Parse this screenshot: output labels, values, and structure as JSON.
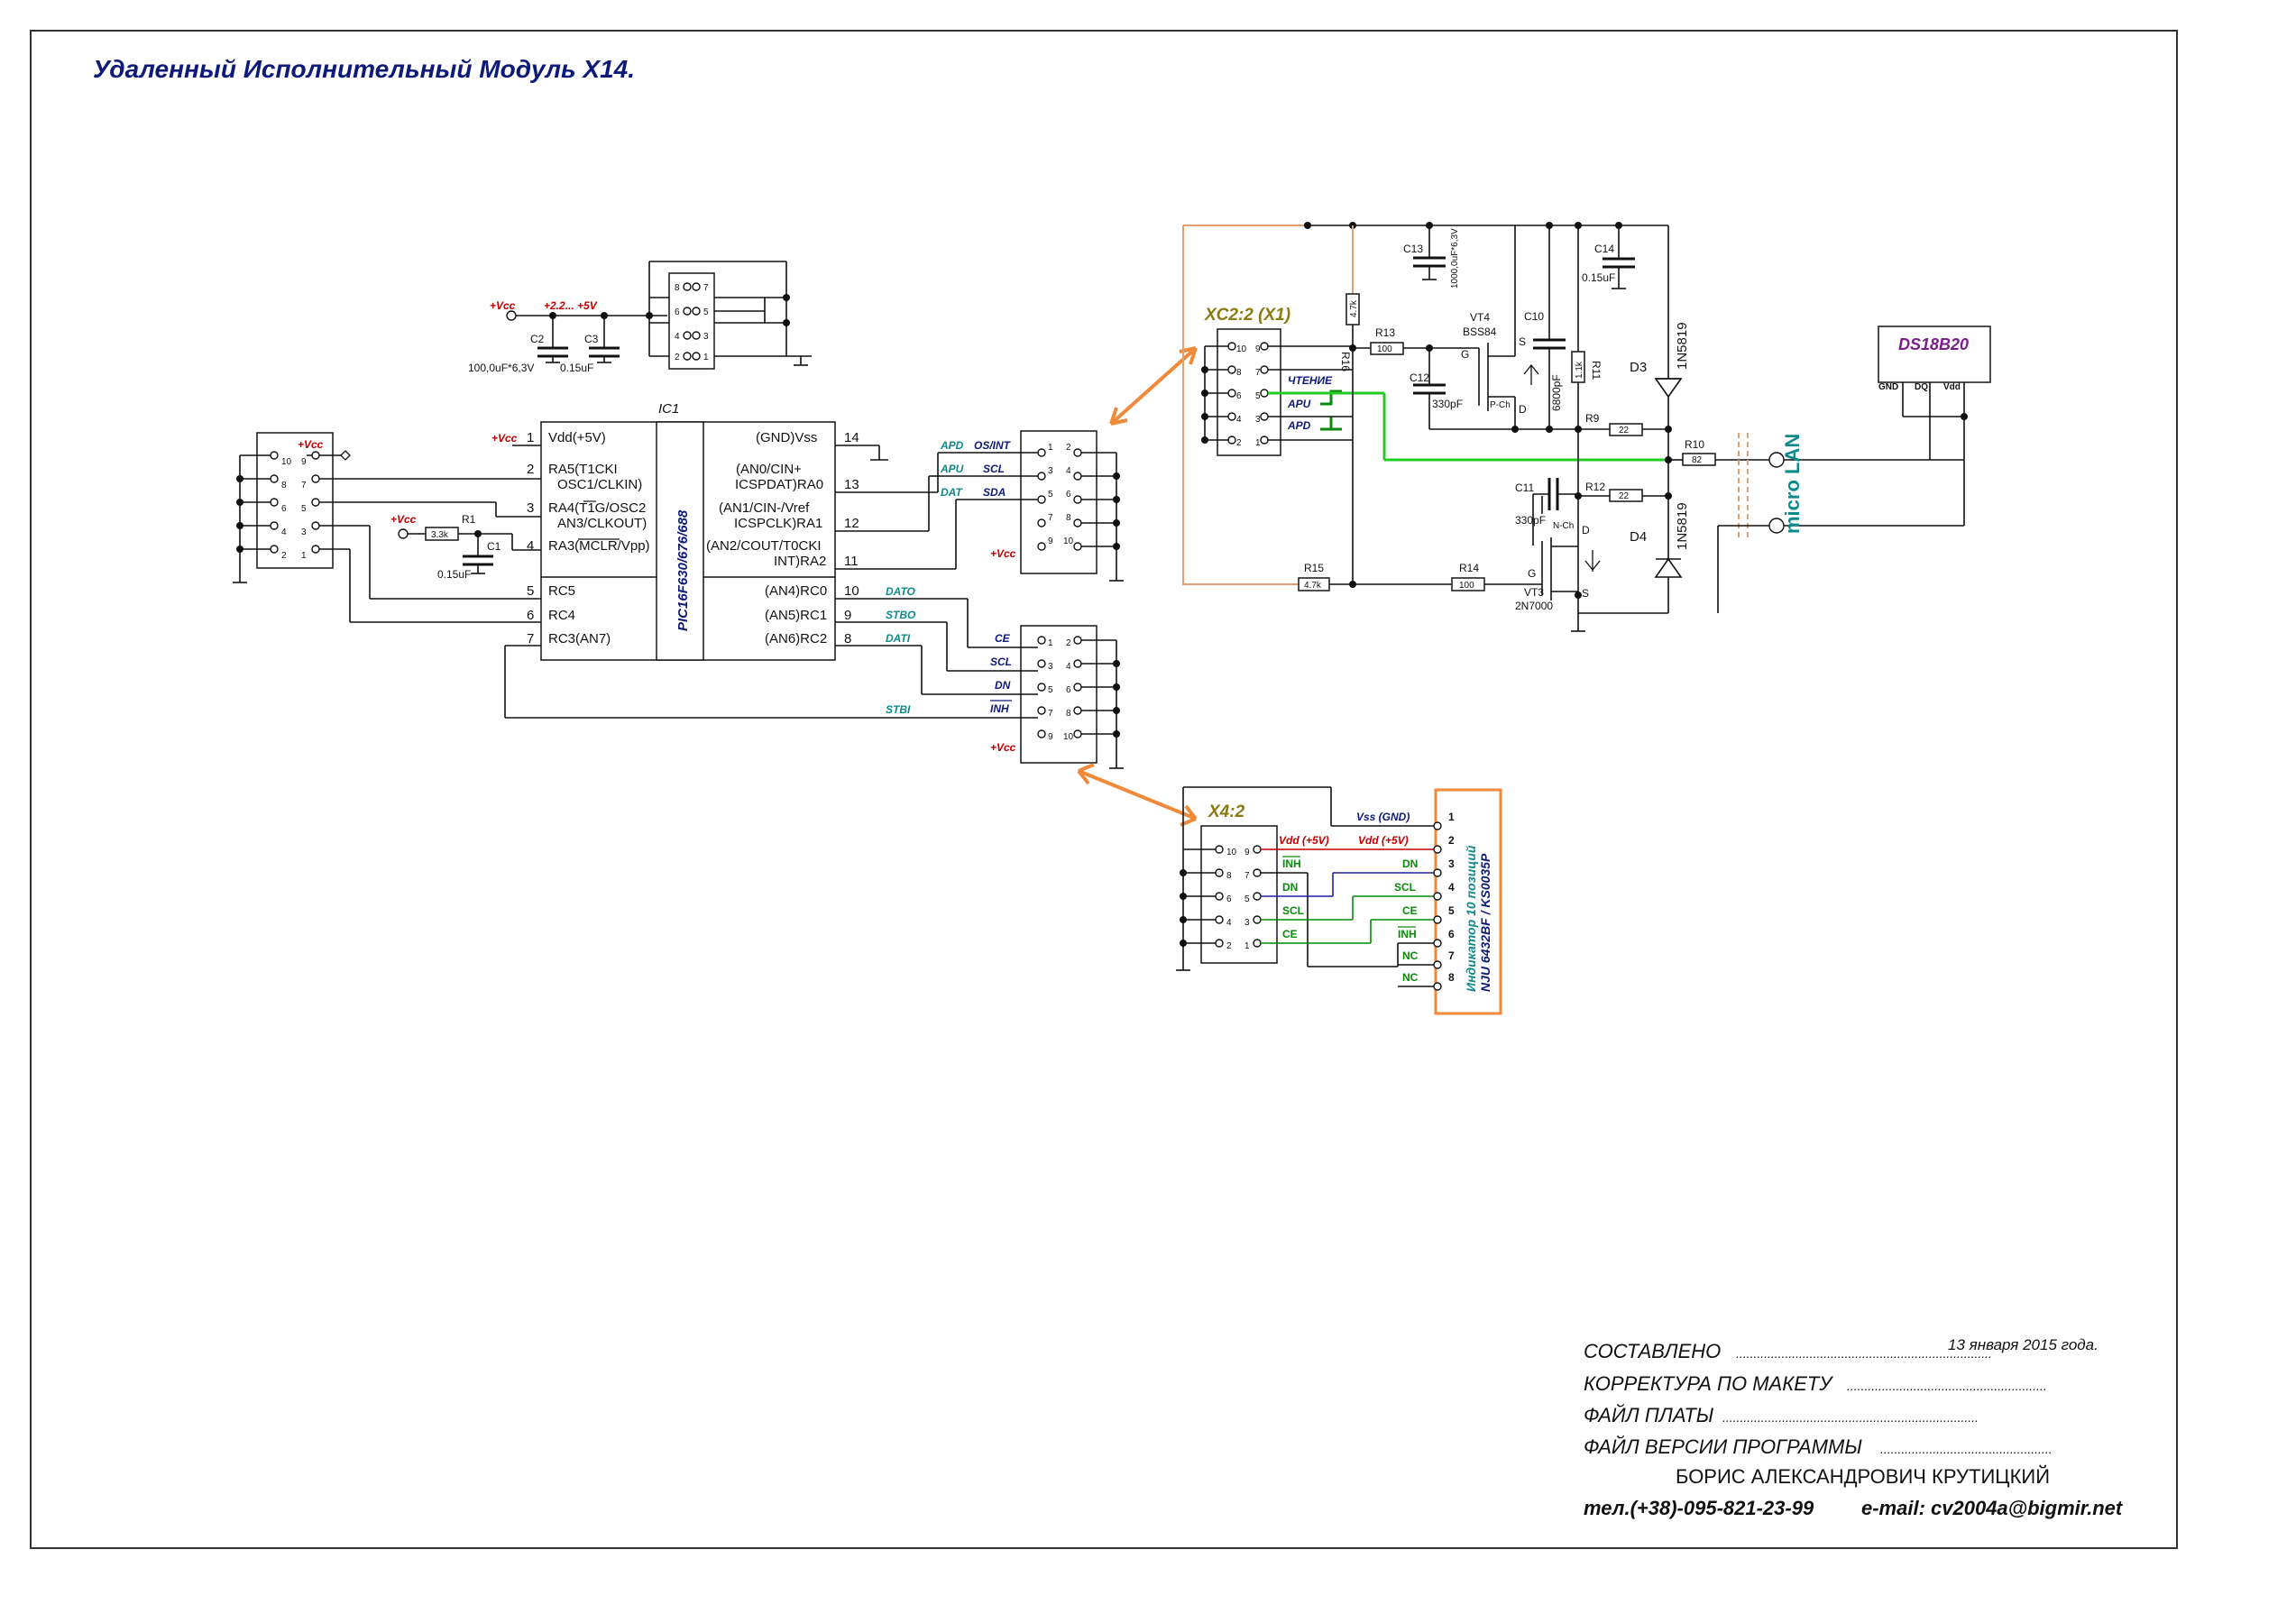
{
  "title": "Удаленный Исполнительный Модуль X14.",
  "ic1": {
    "ref": "IC1",
    "part": "PIC16F630/676/688",
    "left_pins": [
      {
        "num": "1",
        "name": "Vdd(+5V)"
      },
      {
        "num": "2",
        "name": "RA5(T1CKI"
      },
      {
        "num": "",
        "name": "OSC1/CLKIN)"
      },
      {
        "num": "3",
        "name": "RA4(T1G/OSC2"
      },
      {
        "num": "",
        "name": "AN3/CLKOUT)"
      },
      {
        "num": "4",
        "name": "RA3(MCLR/Vpp)"
      },
      {
        "num": "5",
        "name": "RC5"
      },
      {
        "num": "6",
        "name": "RC4"
      },
      {
        "num": "7",
        "name": "RC3(AN7)"
      }
    ],
    "right_pins": [
      {
        "num": "14",
        "name": "(GND)Vss"
      },
      {
        "num": "",
        "name": "(AN0/CIN+"
      },
      {
        "num": "13",
        "name": "ICSPDAT)RA0"
      },
      {
        "num": "",
        "name": "(AN1/CIN-/Vref"
      },
      {
        "num": "12",
        "name": "ICSPCLK)RA1"
      },
      {
        "num": "",
        "name": "(AN2/COUT/T0CKI"
      },
      {
        "num": "11",
        "name": "INT)RA2"
      },
      {
        "num": "10",
        "name": "(AN4)RC0"
      },
      {
        "num": "9",
        "name": "(AN5)RC1"
      },
      {
        "num": "8",
        "name": "(AN6)RC2"
      }
    ]
  },
  "power": {
    "vcc": "+Vcc",
    "range": "+2.2... +5V",
    "c2": "C2",
    "c2_value": "100,0uF*6,3V",
    "c3": "C3",
    "c3_value": "0.15uF",
    "r1": "R1",
    "r1_value": "3.3k",
    "c1": "C1",
    "c1_value": "0.15uF"
  },
  "left_connector": {
    "vcc": "+Vcc",
    "pins_left": [
      "10",
      "8",
      "6",
      "4",
      "2"
    ],
    "pins_right": [
      "9",
      "7",
      "5",
      "3",
      "1"
    ]
  },
  "top_connector": {
    "pins_left": [
      "8",
      "6",
      "4",
      "2"
    ],
    "pins_right": [
      "7",
      "5",
      "3",
      "1"
    ]
  },
  "conn_upper": {
    "signals_green": [
      "APD",
      "APU",
      "DAT"
    ],
    "signals_navy": [
      "OS/INT",
      "SCL",
      "SDA"
    ],
    "vcc": "+Vcc",
    "pins_left": [
      "1",
      "3",
      "5",
      "7",
      "9"
    ],
    "pins_right": [
      "2",
      "4",
      "6",
      "8",
      "10"
    ]
  },
  "conn_lower": {
    "nets": [
      "DATO",
      "STBO",
      "DATI",
      "STBI"
    ],
    "signals": [
      "CE",
      "SCL",
      "DN",
      "INH"
    ],
    "vcc": "+Vcc",
    "pins_left": [
      "1",
      "3",
      "5",
      "7",
      "9"
    ],
    "pins_right": [
      "2",
      "4",
      "6",
      "8",
      "10"
    ]
  },
  "xc2": {
    "title": "XC2:2 (X1)",
    "labels": [
      "ЧТЕНИЕ",
      "APU",
      "APD"
    ],
    "pins_left": [
      "10",
      "8",
      "6",
      "4",
      "2"
    ],
    "pins_right": [
      "9",
      "7",
      "5",
      "3",
      "1"
    ]
  },
  "x4": {
    "title": "X4:2",
    "labels": [
      "Vdd (+5V)",
      "INH",
      "DN",
      "SCL",
      "CE"
    ],
    "pins_left": [
      "10",
      "8",
      "6",
      "4",
      "2"
    ],
    "pins_right": [
      "9",
      "7",
      "5",
      "3",
      "1"
    ]
  },
  "indicator": {
    "title": "Индикатор 10 позиций",
    "subtitle": "NJU 6432BF / KS0035P",
    "pins": [
      {
        "num": "1",
        "label": "Vss (GND)"
      },
      {
        "num": "2",
        "label": "Vdd (+5V)"
      },
      {
        "num": "3",
        "label": "DN"
      },
      {
        "num": "4",
        "label": "SCL"
      },
      {
        "num": "5",
        "label": "CE"
      },
      {
        "num": "6",
        "label": "INH"
      },
      {
        "num": "7",
        "label": "NC"
      },
      {
        "num": "8",
        "label": "NC"
      }
    ]
  },
  "analog": {
    "r16": "R16",
    "r16_value": "4.7k",
    "r13": "R13",
    "r13_value": "100",
    "c13": "C13",
    "c13_value": "1000,0uF*6,3V",
    "vt4": "VT4",
    "vt4_part": "BSS84",
    "c10": "C10",
    "c10_value": "6800pF",
    "c14": "C14",
    "c14_value": "0.15uF",
    "d3": "D3",
    "d3_part": "1N5819",
    "c12": "C12",
    "c12_value": "330pF",
    "r11": "R11",
    "r11_value": "1.1k",
    "r9": "R9",
    "r9_value": "22",
    "r10": "R10",
    "r10_value": "82",
    "c11": "C11",
    "c11_value": "330pF",
    "r12": "R12",
    "r12_value": "22",
    "d4": "D4",
    "d4_part": "1N5819",
    "r15": "R15",
    "r15_value": "4.7k",
    "r14": "R14",
    "r14_value": "100",
    "vt3": "VT3",
    "vt3_part": "2N7000",
    "g": "G",
    "s": "S",
    "d": "D",
    "pch": "P-Ch",
    "nch": "N-Ch"
  },
  "sensor": {
    "name": "DS18B20",
    "pins": [
      "GND",
      "DQ",
      "Vdd"
    ]
  },
  "lan": "micro LAN",
  "stamp": {
    "made": "СОСТАВЛЕНО",
    "date": "13 января 2015 года.",
    "corr": "КОРРЕКТУРА ПО МАКЕТУ",
    "board": "ФАЙЛ ПЛАТЫ",
    "firmware": "ФАЙЛ ВЕРСИИ ПРОГРАММЫ",
    "author": "БОРИС АЛЕКСАНДРОВИЧ КРУТИЦКИЙ",
    "phone": "тел.(+38)-095-821-23-99",
    "email": "e-mail: cv2004a@bigmir.net"
  }
}
